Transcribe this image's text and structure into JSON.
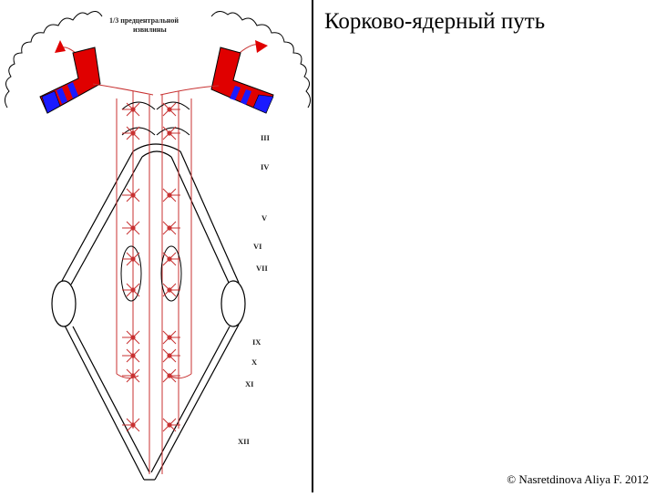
{
  "slide": {
    "title": "Корково-ядерный путь",
    "copyright": "© Nasretdinova Aliya F. 2012"
  },
  "diagram": {
    "caption_line1": "1/3 предцентральной",
    "caption_line2": "извилины",
    "nuclei": [
      "III",
      "IV",
      "V",
      "VI",
      "VII",
      "IX",
      "X",
      "XI",
      "XII"
    ]
  }
}
